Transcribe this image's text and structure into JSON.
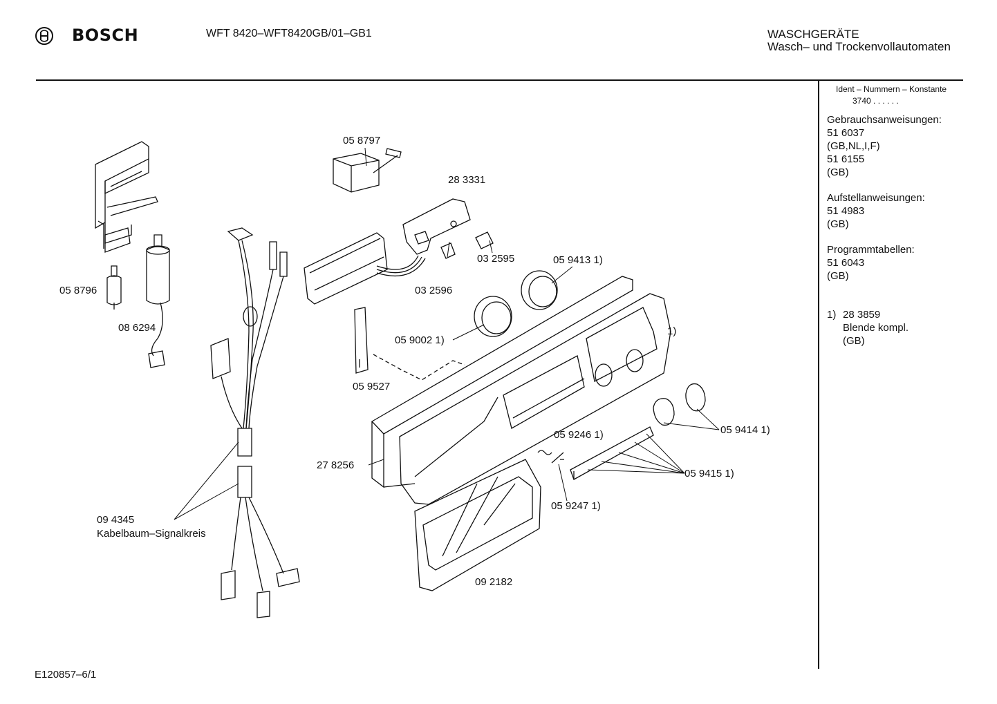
{
  "header": {
    "brand": "BOSCH",
    "model": "WFT 8420–WFT8420GB/01–GB1",
    "category": "WASCHGERÄTE",
    "subcategory": "Wasch– und Trockenvollautomaten"
  },
  "sidebar": {
    "ident_title": "Ident – Nummern – Konstante",
    "ident_value": "3740 . . . . . .",
    "usage_title": "Gebrauchsanweisungen:",
    "usage_1": "51 6037",
    "usage_1_lang": "(GB,NL,I,F)",
    "usage_2": "51 6155",
    "usage_2_lang": "(GB)",
    "install_title": "Aufstellanweisungen:",
    "install_1": "51 4983",
    "install_1_lang": "(GB)",
    "program_title": "Programmtabellen:",
    "program_1": "51 6043",
    "program_1_lang": "(GB)",
    "note_marker": "1)",
    "note_number": "28 3859",
    "note_desc": "Blende kompl.",
    "note_lang": "(GB)"
  },
  "parts": {
    "p058797": "05 8797",
    "p283331": "28 3331",
    "p032595": "03 2595",
    "p059413": "05 9413 1)",
    "p058796": "05 8796",
    "p032596": "03 2596",
    "p086294": "08 6294",
    "p059002": "05 9002 1)",
    "p_one": "1)",
    "p059527": "05 9527",
    "p059414": "05 9414 1)",
    "p059246": "05 9246 1)",
    "p278256": "27 8256",
    "p059415": "05 9415 1)",
    "p059247": "05 9247 1)",
    "p094345": "09 4345",
    "p094345_desc": "Kabelbaum–Signalkreis",
    "p092182": "09 2182"
  },
  "footer": {
    "drawing_id": "E120857–6/1"
  }
}
